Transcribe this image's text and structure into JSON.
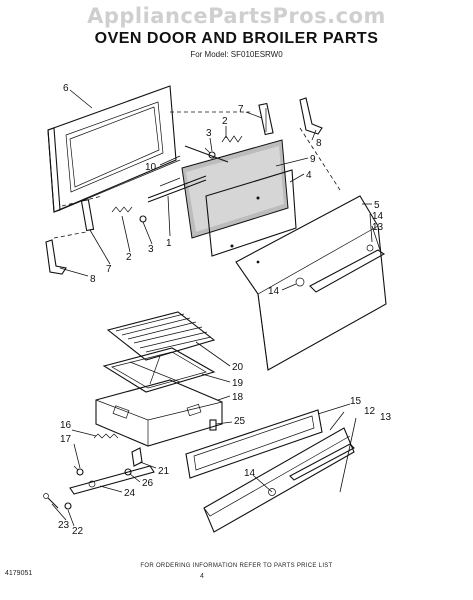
{
  "watermark": "AppliancePartsPros.com",
  "title": "OVEN DOOR AND BROILER PARTS",
  "subtitle": "For Model: SF010ESRW0",
  "footer_note": "FOR ORDERING INFORMATION REFER TO PARTS PRICE LIST",
  "page_number": "4",
  "document_id": "4179051",
  "callouts": {
    "c6": "6",
    "c7a": "7",
    "c2a": "2",
    "c3a": "3",
    "c8a": "8",
    "c9": "9",
    "c10": "10",
    "c4": "4",
    "c5": "5",
    "c14a": "14",
    "c13a": "13",
    "c1": "1",
    "c3b": "3",
    "c2b": "2",
    "c7b": "7",
    "c8b": "8",
    "c14b": "14",
    "c20": "20",
    "c19": "19",
    "c18": "18",
    "c25": "25",
    "c15": "15",
    "c12": "12",
    "c13b": "13",
    "c16": "16",
    "c17": "17",
    "c14c": "14",
    "c21": "21",
    "c26": "26",
    "c24": "24",
    "c23": "23",
    "c22": "22"
  }
}
